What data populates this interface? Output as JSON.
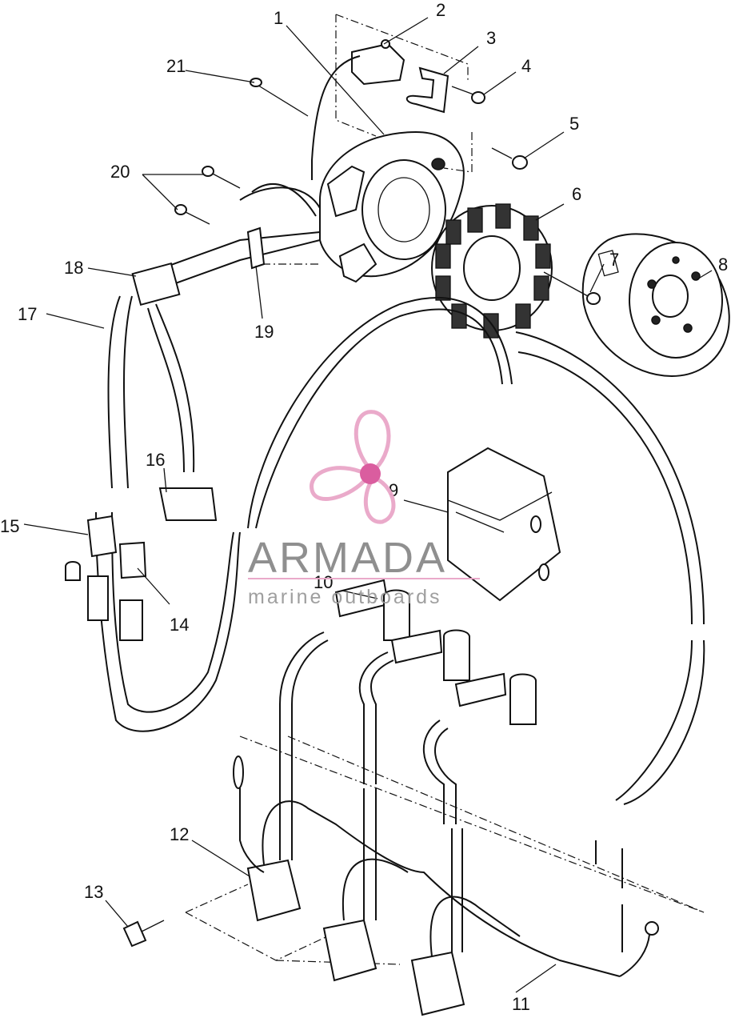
{
  "diagram": {
    "part_numbers": [
      "1",
      "2",
      "3",
      "4",
      "5",
      "6",
      "7",
      "8",
      "9",
      "10",
      "11",
      "12",
      "13",
      "14",
      "15",
      "16",
      "17",
      "18",
      "19",
      "20",
      "21"
    ]
  },
  "watermark": {
    "brand": "ARMADA",
    "tagline": "marine outboards",
    "logo_color": "#e9a6c8",
    "logo_center_color": "#d9559a",
    "text_color": "#8a8a8a"
  }
}
